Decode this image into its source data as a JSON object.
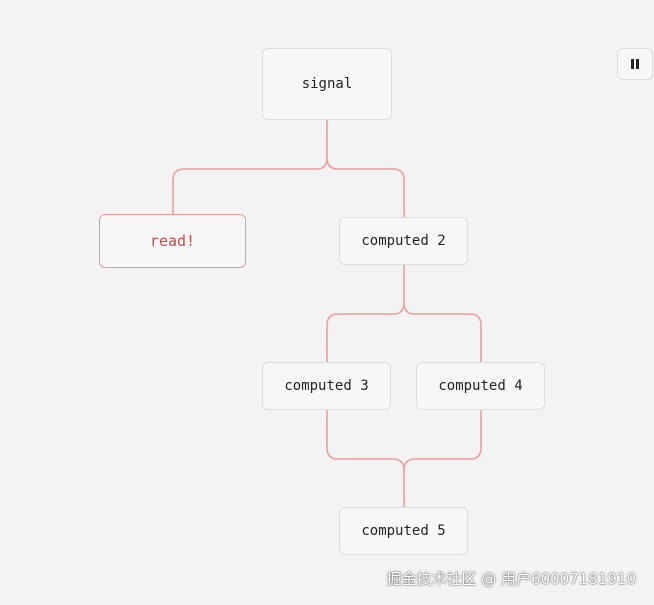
{
  "nodes": {
    "signal": "signal",
    "read": "read!",
    "computed_2": "computed 2",
    "computed_3": "computed 3",
    "computed_4": "computed 4",
    "computed_5": "computed 5"
  },
  "controls": {
    "pause_icon": "pause-icon"
  },
  "watermark": "掘金技术社区 @ 用户60007181910",
  "colors": {
    "edge": "#f09a9a",
    "active_text": "#c94a4a",
    "active_border": "#ea9a9a",
    "node_border": "#dddddd",
    "background": "#f3f3f3"
  }
}
